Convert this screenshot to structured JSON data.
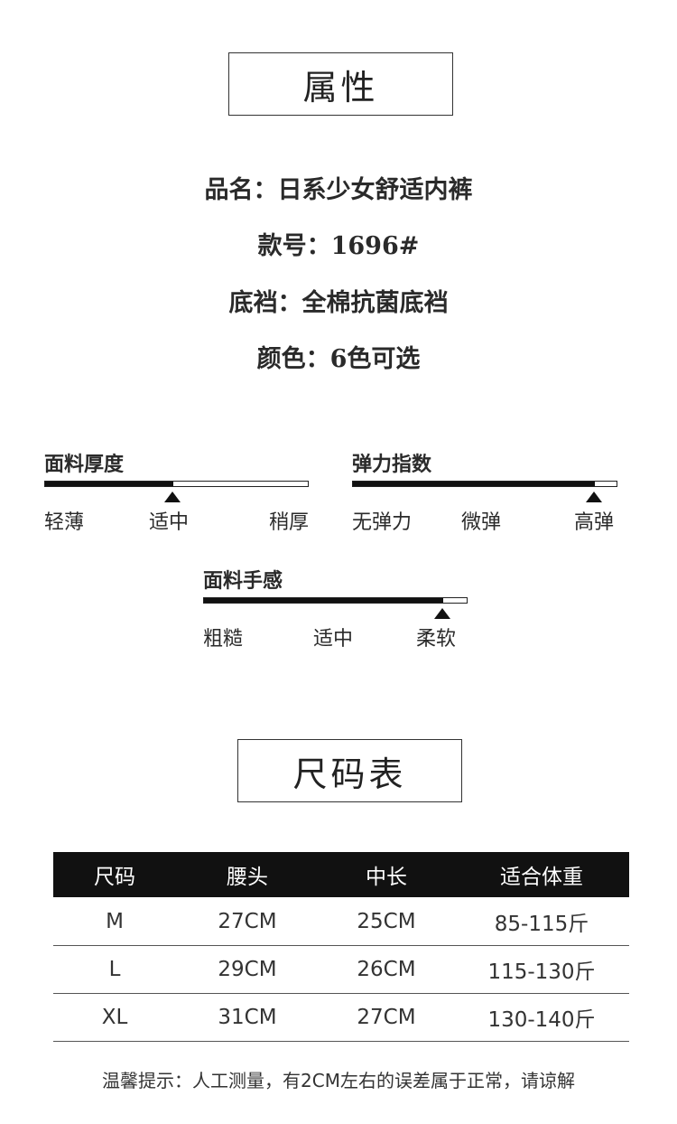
{
  "section_attributes": {
    "title": "属性",
    "lines": [
      "品名：日系少女舒适内裤",
      "款号：1696#",
      "底裆：全棉抗菌底裆",
      "颜色：6色可选"
    ]
  },
  "meters": [
    {
      "label": "面料厚度",
      "scale": [
        "轻薄",
        "适中",
        "稍厚"
      ],
      "fill_fraction": 0.485
    },
    {
      "label": "弹力指数",
      "scale": [
        "无弹力",
        "微弹",
        "高弹"
      ],
      "fill_fraction": 0.91
    },
    {
      "label": "面料手感",
      "scale": [
        "粗糙",
        "适中",
        "柔软"
      ],
      "fill_fraction": 0.905
    }
  ],
  "section_size": {
    "title": "尺码表",
    "headers": [
      "尺码",
      "腰头",
      "中长",
      "适合体重"
    ],
    "rows": [
      [
        "M",
        "27CM",
        "25CM",
        "85-115斤"
      ],
      [
        "L",
        "29CM",
        "26CM",
        "115-130斤"
      ],
      [
        "XL",
        "31CM",
        "27CM",
        "130-140斤"
      ]
    ],
    "note": "温馨提示：人工测量，有2CM左右的误差属于正常，请谅解"
  },
  "colors": {
    "text": "#222222",
    "bar": "#111111",
    "header_bg": "#111111",
    "header_text": "#ffffff"
  }
}
